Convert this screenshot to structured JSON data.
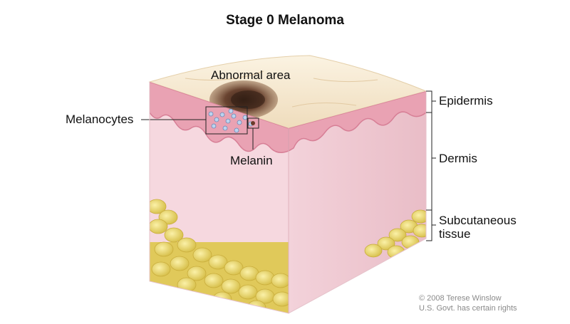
{
  "title": "Stage 0 Melanoma",
  "labels": {
    "abnormal_area": "Abnormal area",
    "melanocytes": "Melanocytes",
    "melanin": "Melanin",
    "epidermis": "Epidermis",
    "dermis": "Dermis",
    "subcutaneous_line1": "Subcutaneous",
    "subcutaneous_line2": "tissue"
  },
  "copyright": {
    "line1": "© 2008 Terese Winslow",
    "line2": "U.S. Govt. has certain rights"
  },
  "colors": {
    "skin_surface": "#f3e6cc",
    "epidermis": "#e9a2b3",
    "epidermis_dark": "#d77f96",
    "dermis_front": "#f6d8df",
    "dermis_side": "#eec6cf",
    "fat": "#ecdb72",
    "lesion": "#5b3a2a"
  }
}
